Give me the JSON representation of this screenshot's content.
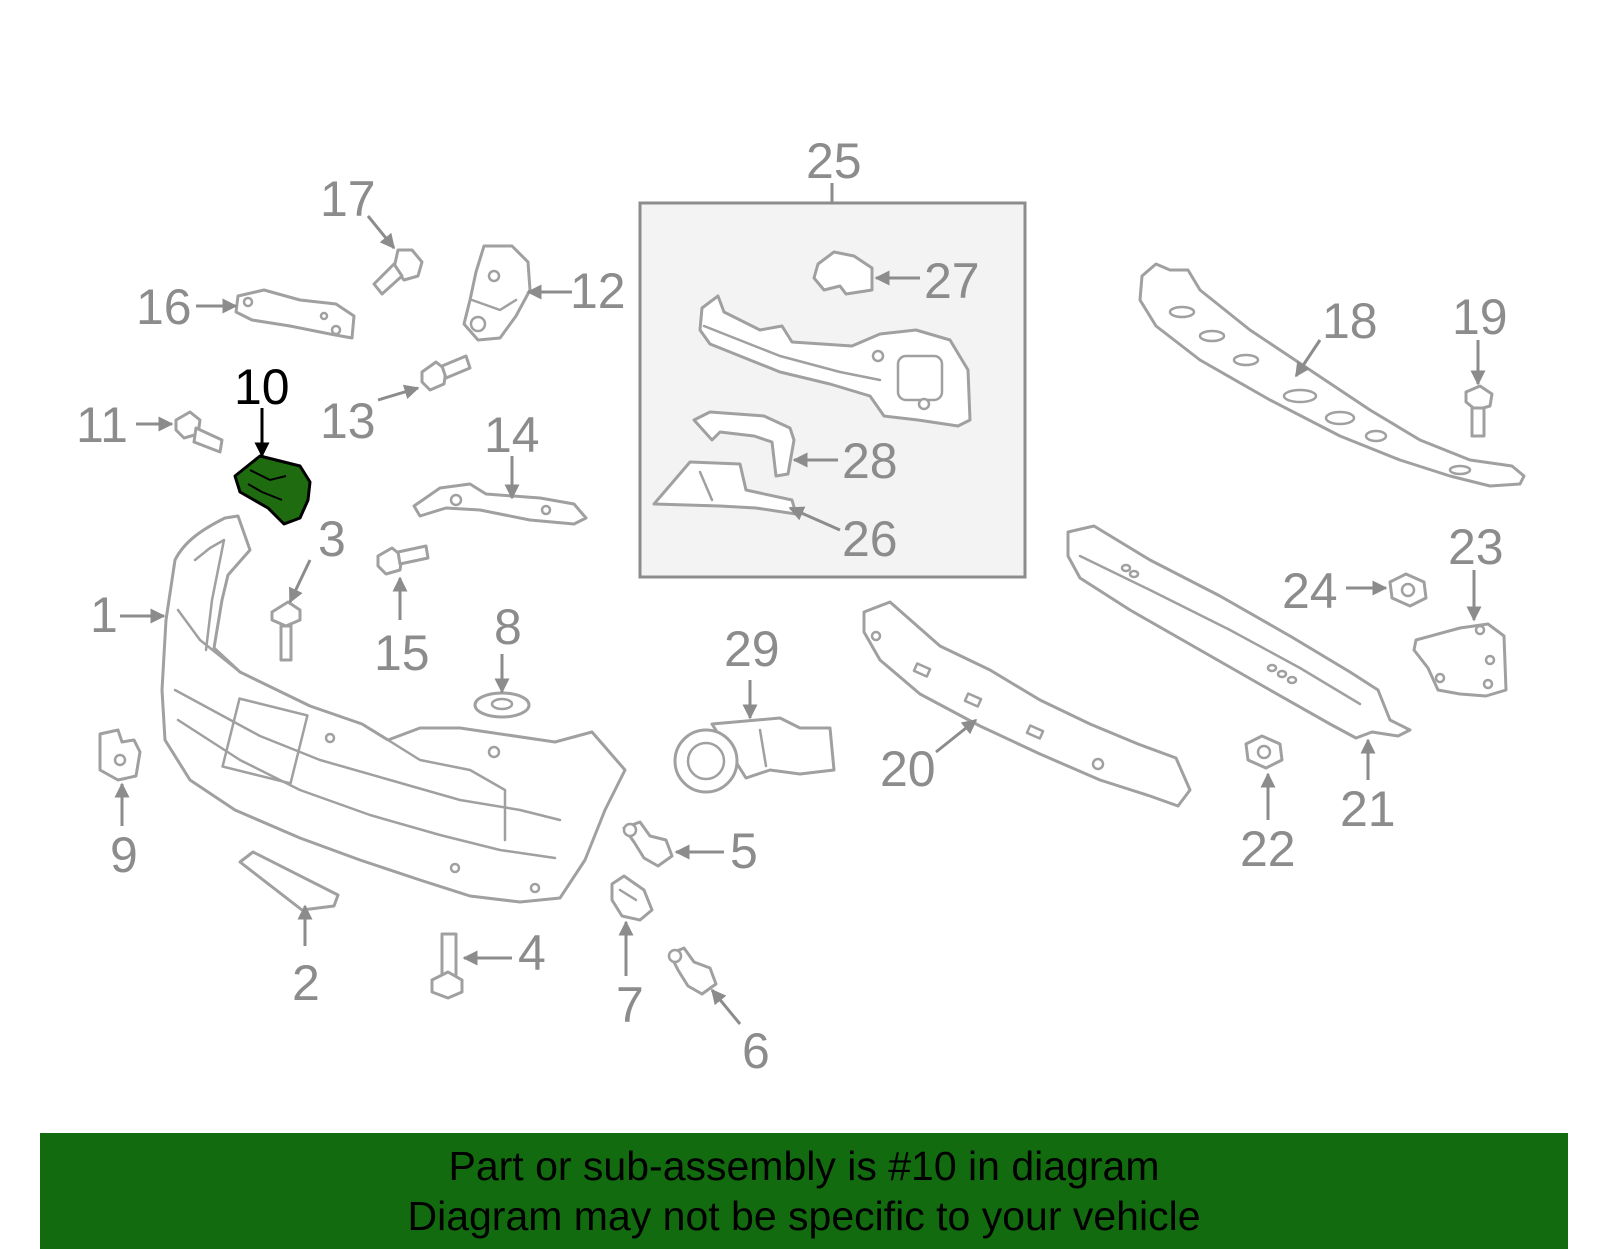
{
  "colors": {
    "part_stroke": "#a0a0a0",
    "label": "#8c8c8c",
    "highlight_fill": "#1f6b10",
    "banner_bg": "#136b0f"
  },
  "highlighted_part": "10",
  "callouts": {
    "c1": "1",
    "c2": "2",
    "c3": "3",
    "c4": "4",
    "c5": "5",
    "c6": "6",
    "c7": "7",
    "c8": "8",
    "c9": "9",
    "c10": "10",
    "c11": "11",
    "c12": "12",
    "c13": "13",
    "c14": "14",
    "c15": "15",
    "c16": "16",
    "c17": "17",
    "c18": "18",
    "c19": "19",
    "c20": "20",
    "c21": "21",
    "c22": "22",
    "c23": "23",
    "c24": "24",
    "c25": "25",
    "c26": "26",
    "c27": "27",
    "c28": "28",
    "c29": "29"
  },
  "banner": {
    "line1": "Part or sub-assembly is #10 in diagram",
    "line2": "Diagram may not be specific to your vehicle"
  }
}
